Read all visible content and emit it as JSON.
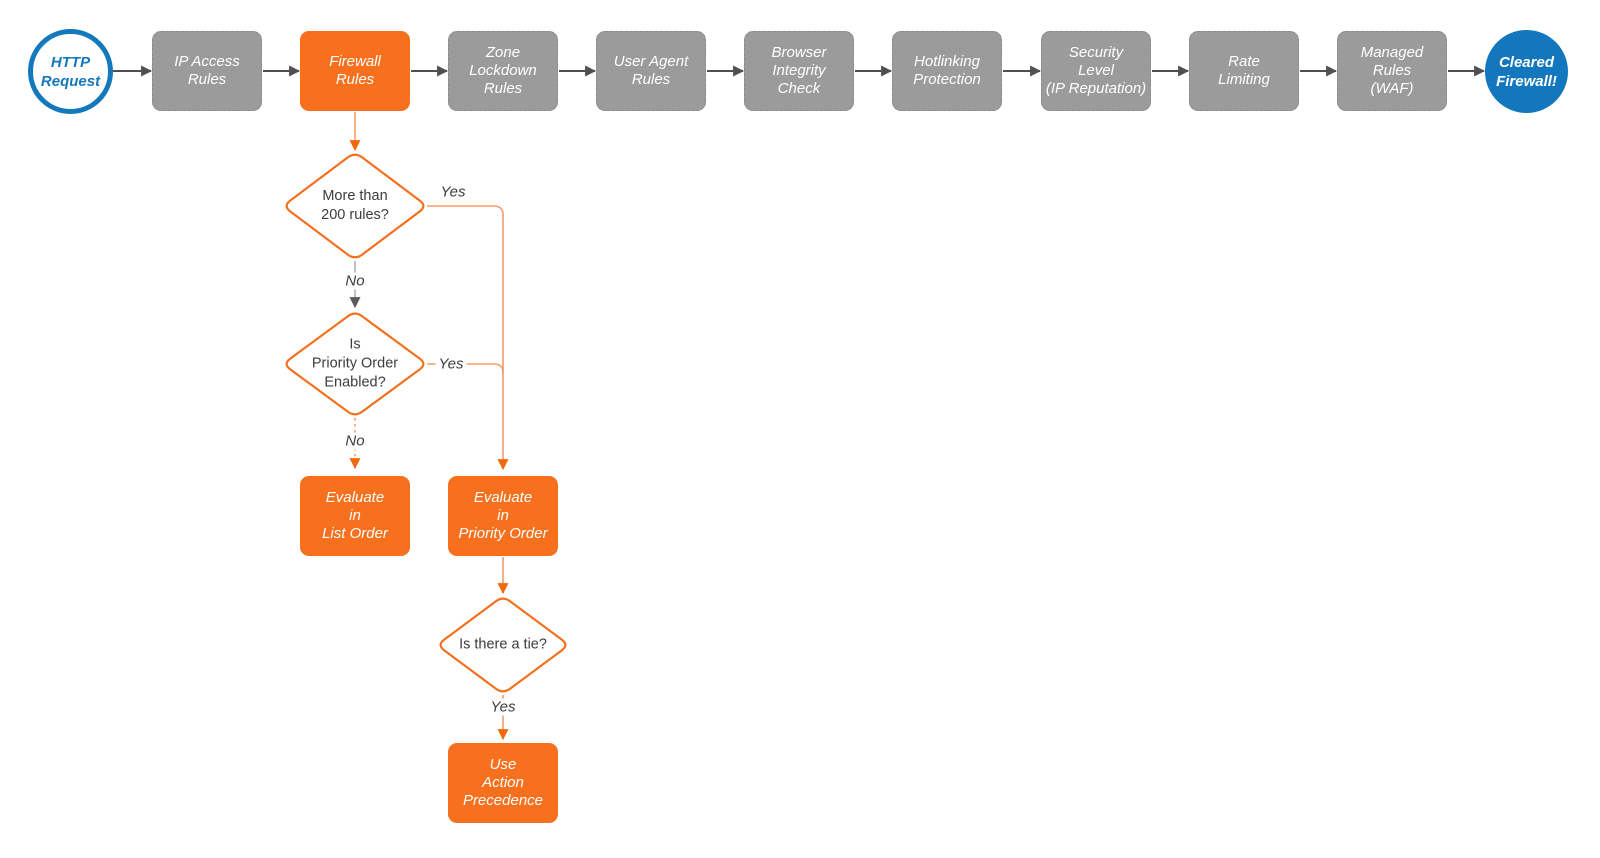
{
  "diagram": {
    "start": "HTTP\nRequest",
    "end": "Cleared\nFirewall!",
    "pipeline": [
      "IP Access\nRules",
      "Firewall\nRules",
      "Zone\nLockdown\nRules",
      "User Agent\nRules",
      "Browser\nIntegrity\nCheck",
      "Hotlinking\nProtection",
      "Security\nLevel\n(IP Reputation)",
      "Rate\nLimiting",
      "Managed\nRules\n(WAF)"
    ],
    "decisions": {
      "more_rules": "More than\n200 rules?",
      "priority_enabled": "Is\nPriority Order\nEnabled?",
      "tie": "Is there a tie?"
    },
    "actions": {
      "list_order": "Evaluate\nin\nList Order",
      "priority_order": "Evaluate\nin\nPriority Order",
      "action_precedence": "Use\nAction\nPrecedence"
    },
    "edge_labels": {
      "yes1": "Yes",
      "no1": "No",
      "yes2": "Yes",
      "no2": "No",
      "yes3": "Yes"
    },
    "colors": {
      "orange_node": "#f7701d",
      "orange_edge": "#f79b6b",
      "orange_arrowhead": "#f2680c",
      "diamond_stroke": "#f4701c",
      "gray_node": "#9b9b9b",
      "dark_arrow": "#4f4f4f",
      "blue": "#1478bd",
      "label_text": "#3c3c3c"
    }
  }
}
